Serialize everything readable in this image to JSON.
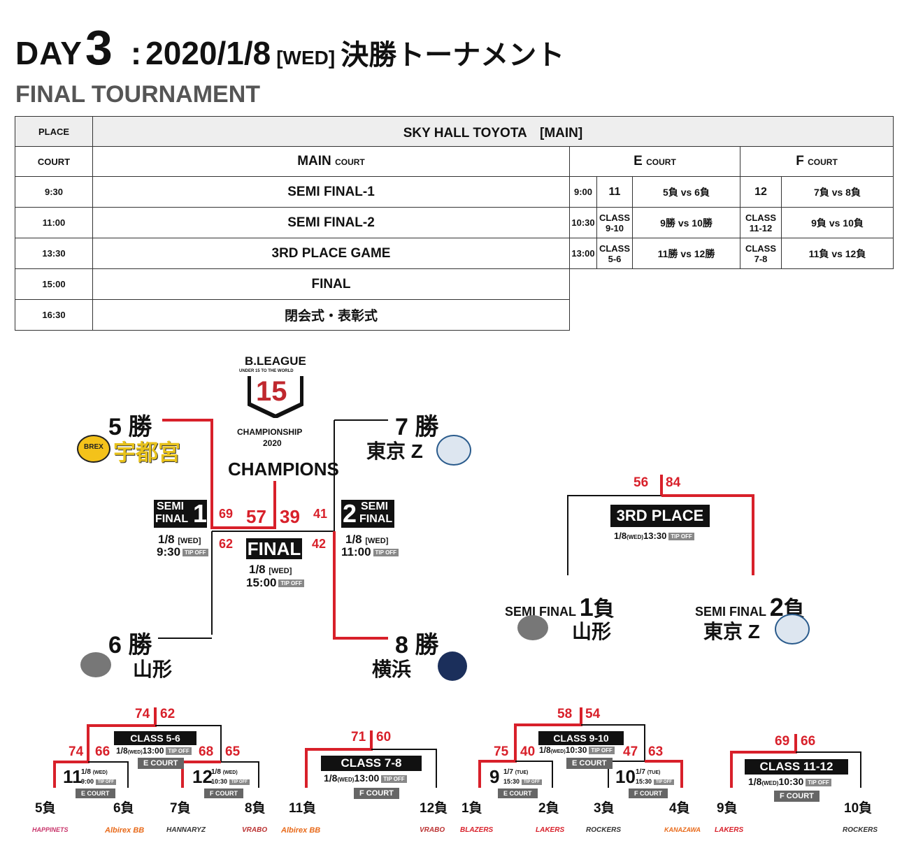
{
  "header": {
    "day_label": "DAY",
    "day_num": "3",
    "sep": ":",
    "date": "2020/1/8",
    "weekday": "[WED]",
    "title_jp": "決勝トーナメント",
    "subtitle": "FINAL TOURNAMENT"
  },
  "schedule": {
    "place_label": "PLACE",
    "place_value": "SKY HALL TOYOTA　[MAIN]",
    "court_label": "COURT",
    "main_court": "MAIN",
    "court_word": "COURT",
    "e_court": "E",
    "f_court": "F",
    "rows": [
      {
        "time": "9:30",
        "main": "SEMI FINAL-1",
        "e_time": "9:00",
        "e_game": "11",
        "e_match": "5負 vs 6負",
        "f_game": "12",
        "f_match": "7負 vs 8負"
      },
      {
        "time": "11:00",
        "main": "SEMI FINAL-2",
        "e_time": "10:30",
        "e_game": "CLASS 9-10",
        "e_match": "9勝 vs 10勝",
        "f_game": "CLASS 11-12",
        "f_match": "9負 vs 10負"
      },
      {
        "time": "13:30",
        "main": "3RD PLACE GAME",
        "e_time": "13:00",
        "e_game": "CLASS 5-6",
        "e_match": "11勝 vs 12勝",
        "f_game": "CLASS 7-8",
        "f_match": "11負 vs 12負"
      },
      {
        "time": "15:00",
        "main": "FINAL"
      },
      {
        "time": "16:30",
        "main": "閉会式・表彰式"
      }
    ]
  },
  "emblem": {
    "league": "B.LEAGUE",
    "tagline": "UNDER 15 TO THE WORLD",
    "number": "15",
    "event": "CHAMPIONSHIP",
    "year": "2020"
  },
  "champions_label": "CHAMPIONS",
  "bracket": {
    "seed5": {
      "seed": "5 勝",
      "team": "宇都宮",
      "logo": "BREX"
    },
    "seed6": {
      "seed": "6 勝",
      "team": "山形"
    },
    "seed7": {
      "seed": "7 勝",
      "team": "東京 Z"
    },
    "seed8": {
      "seed": "8 勝",
      "team": "横浜"
    },
    "sf1": {
      "semi": "SEMI",
      "final": "FINAL",
      "num": "1",
      "date": "1/8",
      "wd": "[WED]",
      "time": "9:30",
      "tip": "TIP OFF",
      "score_a": "69",
      "score_b": "62"
    },
    "sf2": {
      "semi": "SEMI",
      "final": "FINAL",
      "num": "2",
      "date": "1/8",
      "wd": "[WED]",
      "time": "11:00",
      "tip": "TIP OFF",
      "score_a": "41",
      "score_b": "42"
    },
    "final": {
      "label": "FINAL",
      "date": "1/8",
      "wd": "[WED]",
      "time": "15:00",
      "tip": "TIP OFF",
      "score_a": "57",
      "score_b": "39"
    },
    "third": {
      "label": "3RD PLACE",
      "date": "1/8",
      "wd": "(WED)",
      "time": "13:30",
      "tip": "TIP OFF",
      "score_a": "56",
      "score_b": "84",
      "left_label": "SEMI FINAL",
      "left_num": "1",
      "left_res": "負",
      "left_team": "山形",
      "right_label": "SEMI FINAL",
      "right_num": "2",
      "right_res": "負",
      "right_team": "東京 Z"
    }
  },
  "lower": {
    "class56": {
      "label": "CLASS 5-6",
      "date": "1/8",
      "wd": "(WED)",
      "time": "13:00",
      "tip": "TIP OFF",
      "court": "E COURT",
      "top_a": "74",
      "top_b": "62"
    },
    "g11": {
      "num": "11",
      "date": "1/8",
      "wd": "(WED)",
      "time": "9:00",
      "tip": "TIP OFF",
      "court": "E COURT",
      "score_a": "74",
      "score_b": "66"
    },
    "g12": {
      "num": "12",
      "date": "1/8",
      "wd": "(WED)",
      "time": "10:30",
      "tip": "TIP OFF",
      "court": "F COURT",
      "score_a": "68",
      "score_b": "65"
    },
    "class78": {
      "label": "CLASS 7-8",
      "date": "1/8",
      "wd": "(WED)",
      "time": "13:00",
      "tip": "TIP OFF",
      "court": "F COURT",
      "score_a": "71",
      "score_b": "60"
    },
    "class910": {
      "label": "CLASS 9-10",
      "date": "1/8",
      "wd": "(WED)",
      "time": "10:30",
      "tip": "TIP OFF",
      "court": "E COURT",
      "top_a": "58",
      "top_b": "54"
    },
    "g9": {
      "num": "9",
      "date": "1/7",
      "wd": "(TUE)",
      "time": "15:30",
      "tip": "TIP OFF",
      "court": "E COURT",
      "score_a": "75",
      "score_b": "40"
    },
    "g10": {
      "num": "10",
      "date": "1/7",
      "wd": "(TUE)",
      "time": "15:30",
      "tip": "TIP OFF",
      "court": "F COURT",
      "score_a": "47",
      "score_b": "63"
    },
    "class1112": {
      "label": "CLASS 11-12",
      "date": "1/8",
      "wd": "(WED)",
      "time": "10:30",
      "tip": "TIP OFF",
      "court": "F COURT",
      "score_a": "69",
      "score_b": "66"
    },
    "seeds": [
      "5負",
      "6負",
      "7負",
      "8負",
      "11負",
      "12負",
      "1負",
      "2負",
      "3負",
      "4負",
      "9負",
      "10負"
    ],
    "logos": [
      "HAPPINETS",
      "Albirex BB",
      "HANNARYZ",
      "VRABO",
      "Albirex BB",
      "VRABO",
      "BLAZERS",
      "LAKERS",
      "ROCKERS",
      "KANAZAWA",
      "LAKERS",
      "ROCKERS"
    ]
  },
  "colors": {
    "accent": "#d8202a",
    "line": "#111111"
  }
}
